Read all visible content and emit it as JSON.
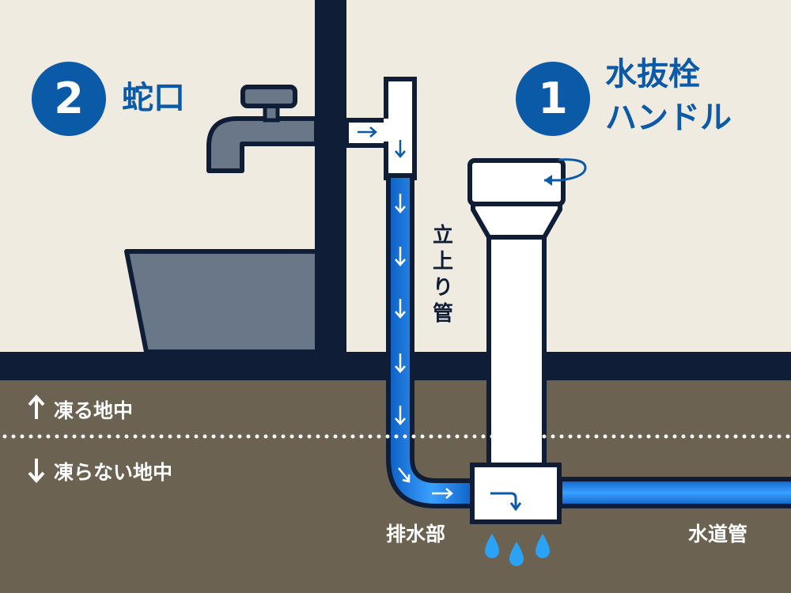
{
  "labels": {
    "faucet_number": "2",
    "faucet_title": "蛇口",
    "handle_number": "1",
    "handle_title_line1": "水抜栓",
    "handle_title_line2": "ハンドル",
    "riser_pipe": "立上り管",
    "frozen_zone": "凍る地中",
    "unfrozen_zone": "凍らない地中",
    "drain": "排水部",
    "water_main": "水道管"
  },
  "colors": {
    "background_wall": "#f0ebe0",
    "ground": "#6b6251",
    "navy": "#0f1e36",
    "accent_blue": "#0b5aa8",
    "water_blue": "#1e7fe0",
    "faucet_gray": "#6a7789"
  }
}
